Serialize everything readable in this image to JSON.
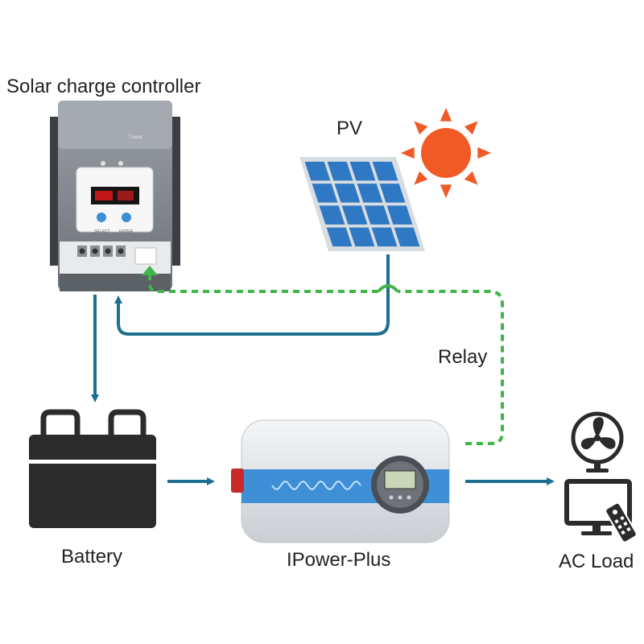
{
  "labels": {
    "controller": "Solar charge controller",
    "pv": "PV",
    "relay": "Relay",
    "battery": "Battery",
    "inverter": "IPower-Plus",
    "load": "AC Load"
  },
  "controller_panel": {
    "brand": "Tracer",
    "button_left": "SELECT",
    "button_right": "ENTER"
  },
  "colors": {
    "power_line": "#1d6f8f",
    "relay_line": "#3fb54a",
    "sun": "#f15a24",
    "panel_cell": "#2f78c4",
    "inverter_band": "#3e8fd6",
    "device_dark": "#2b2b2b"
  }
}
